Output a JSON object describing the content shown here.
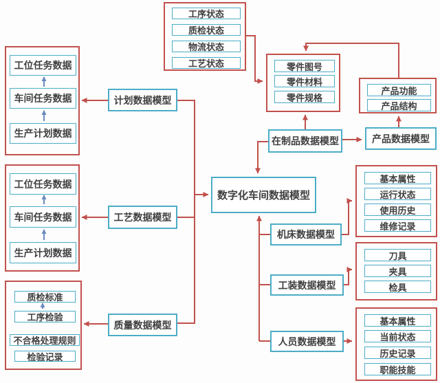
{
  "diagram": {
    "center_label": "数字化车间数据模型",
    "models": {
      "plan": "计划数据模型",
      "process": "工艺数据模型",
      "quality": "质量数据模型",
      "wip": "在制品数据模型",
      "product": "产品数据模型",
      "machine": "机床数据模型",
      "tooling": "工装数据模型",
      "personnel": "人员数据模型"
    },
    "groups": {
      "status": {
        "items": [
          "工序状态",
          "质检状态",
          "物流状态",
          "工艺状态"
        ]
      },
      "plan_data": {
        "items": [
          "工位任务数据",
          "车间任务数据",
          "生产计划数据"
        ]
      },
      "process_data": {
        "items": [
          "工位任务数据",
          "车间任务数据",
          "生产计划数据"
        ]
      },
      "quality_data": {
        "items": [
          "质检标准",
          "工序检验",
          "不合格处理规则",
          "检验记录"
        ]
      },
      "part": {
        "items": [
          "零件图号",
          "零件材料",
          "零件规格"
        ]
      },
      "product_attr": {
        "items": [
          "产品功能",
          "产品结构"
        ]
      },
      "machine_attr": {
        "items": [
          "基本属性",
          "运行状态",
          "使用历史",
          "维修记录"
        ]
      },
      "tooling_attr": {
        "items": [
          "刀具",
          "夹具",
          "检具"
        ]
      },
      "personnel_attr": {
        "items": [
          "基本属性",
          "当前状态",
          "历史记录",
          "职能技能"
        ]
      }
    },
    "colors": {
      "node_border": "#4bacc6",
      "group_border": "#c1504c",
      "connector": "#c1504c",
      "inner_arrow": "#6b8abd",
      "text": "#3f3f3f"
    }
  }
}
